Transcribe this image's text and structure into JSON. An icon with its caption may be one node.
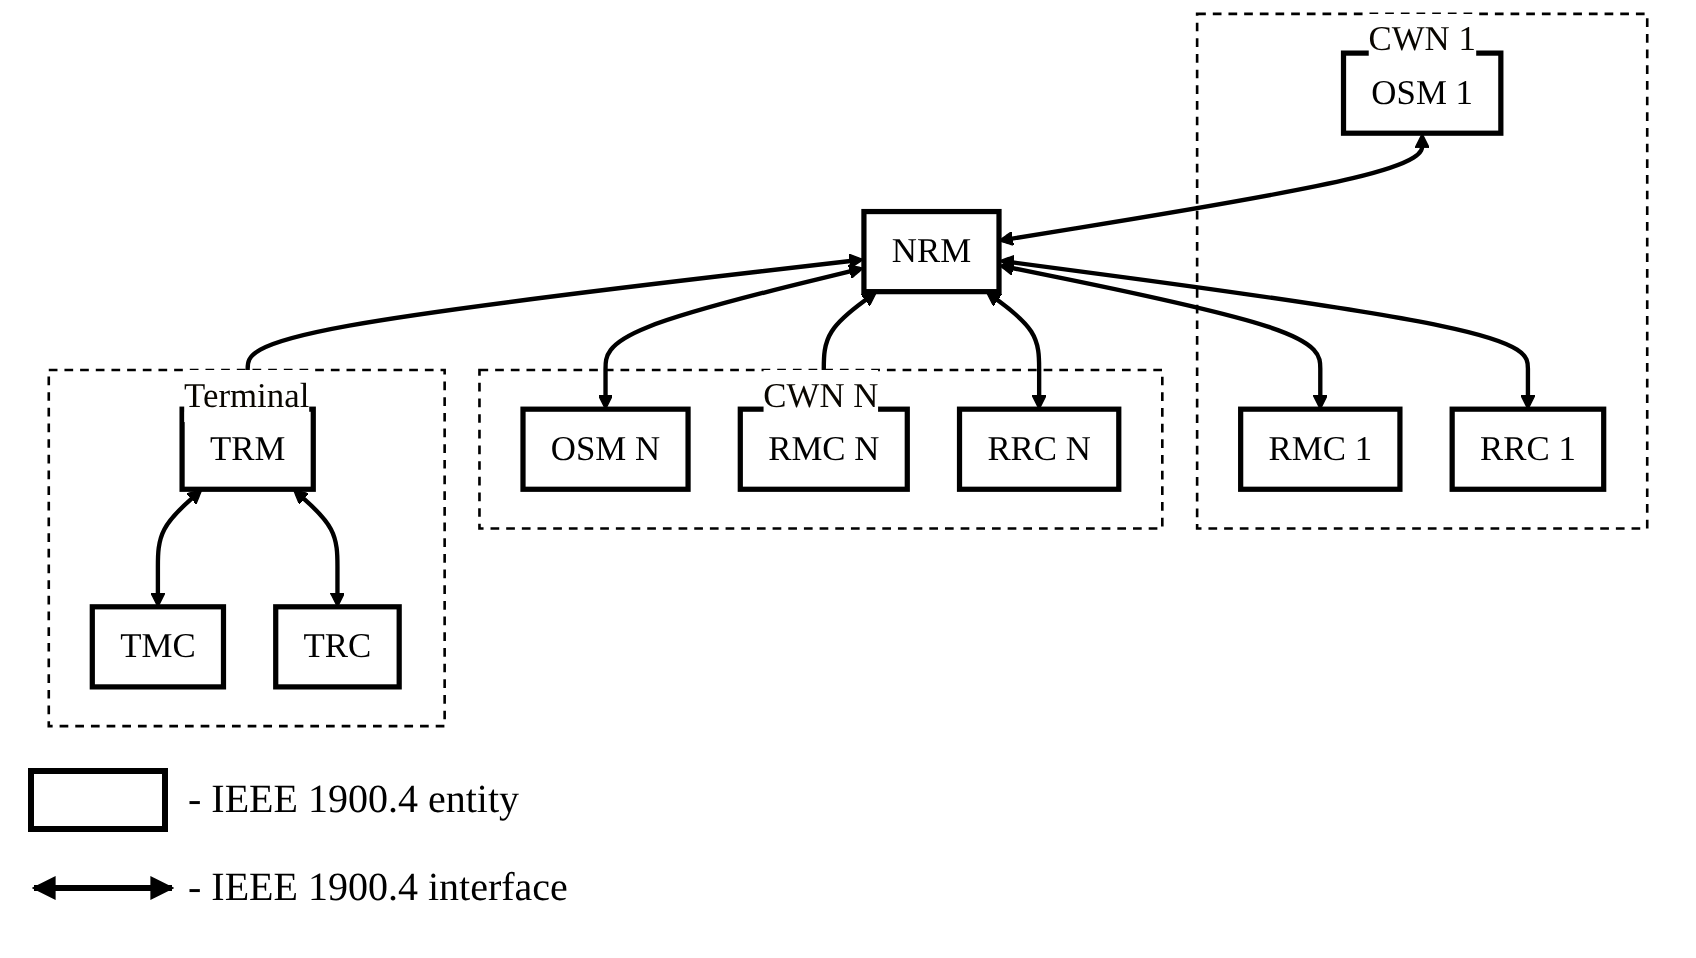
{
  "diagram": {
    "nodes": [
      {
        "text": [
          "CWN 1"
        ]
      },
      {
        "text": [
          "OSM 1"
        ],
        "in": 0
      },
      {
        "text": [
          "RMC 1"
        ],
        "in": 0
      },
      {
        "text": [
          "RRC 1"
        ],
        "in": 0
      },
      {
        "text": [
          "NRM"
        ]
      },
      {
        "text": [
          "CWN N"
        ]
      },
      {
        "text": [
          "OSM N"
        ],
        "in": 5
      },
      {
        "text": [
          "RMC N"
        ],
        "in": 5
      },
      {
        "text": [
          "RRC N"
        ],
        "in": 5
      },
      {
        "text": [
          "Terminal"
        ]
      },
      {
        "text": [
          "TRM"
        ],
        "in": 9
      },
      {
        "text": [
          "TMC"
        ],
        "in": 9
      },
      {
        "text": [
          "TRC"
        ],
        "in": 9
      }
    ],
    "edges": [
      {
        "from": 1,
        "to": 4,
        "arrow": "both"
      },
      {
        "from": 4,
        "to": 6,
        "arrow": "both"
      },
      {
        "from": 4,
        "to": 2,
        "arrow": "both"
      },
      {
        "from": 4,
        "to": 3,
        "arrow": "both"
      },
      {
        "from": 4,
        "to": 10,
        "arrow": "both"
      },
      {
        "from": 4,
        "to": 7,
        "arrow": "both"
      },
      {
        "from": 4,
        "to": 8,
        "arrow": "both"
      },
      {
        "from": 10,
        "to": 11,
        "arrow": "both"
      },
      {
        "from": 10,
        "to": 12,
        "arrow": "both"
      }
    ],
    "legend": [
      {
        "text": "- IEEE 1900.4 entity"
      },
      {
        "text": "- IEEE 1900.4 interface"
      }
    ]
  }
}
